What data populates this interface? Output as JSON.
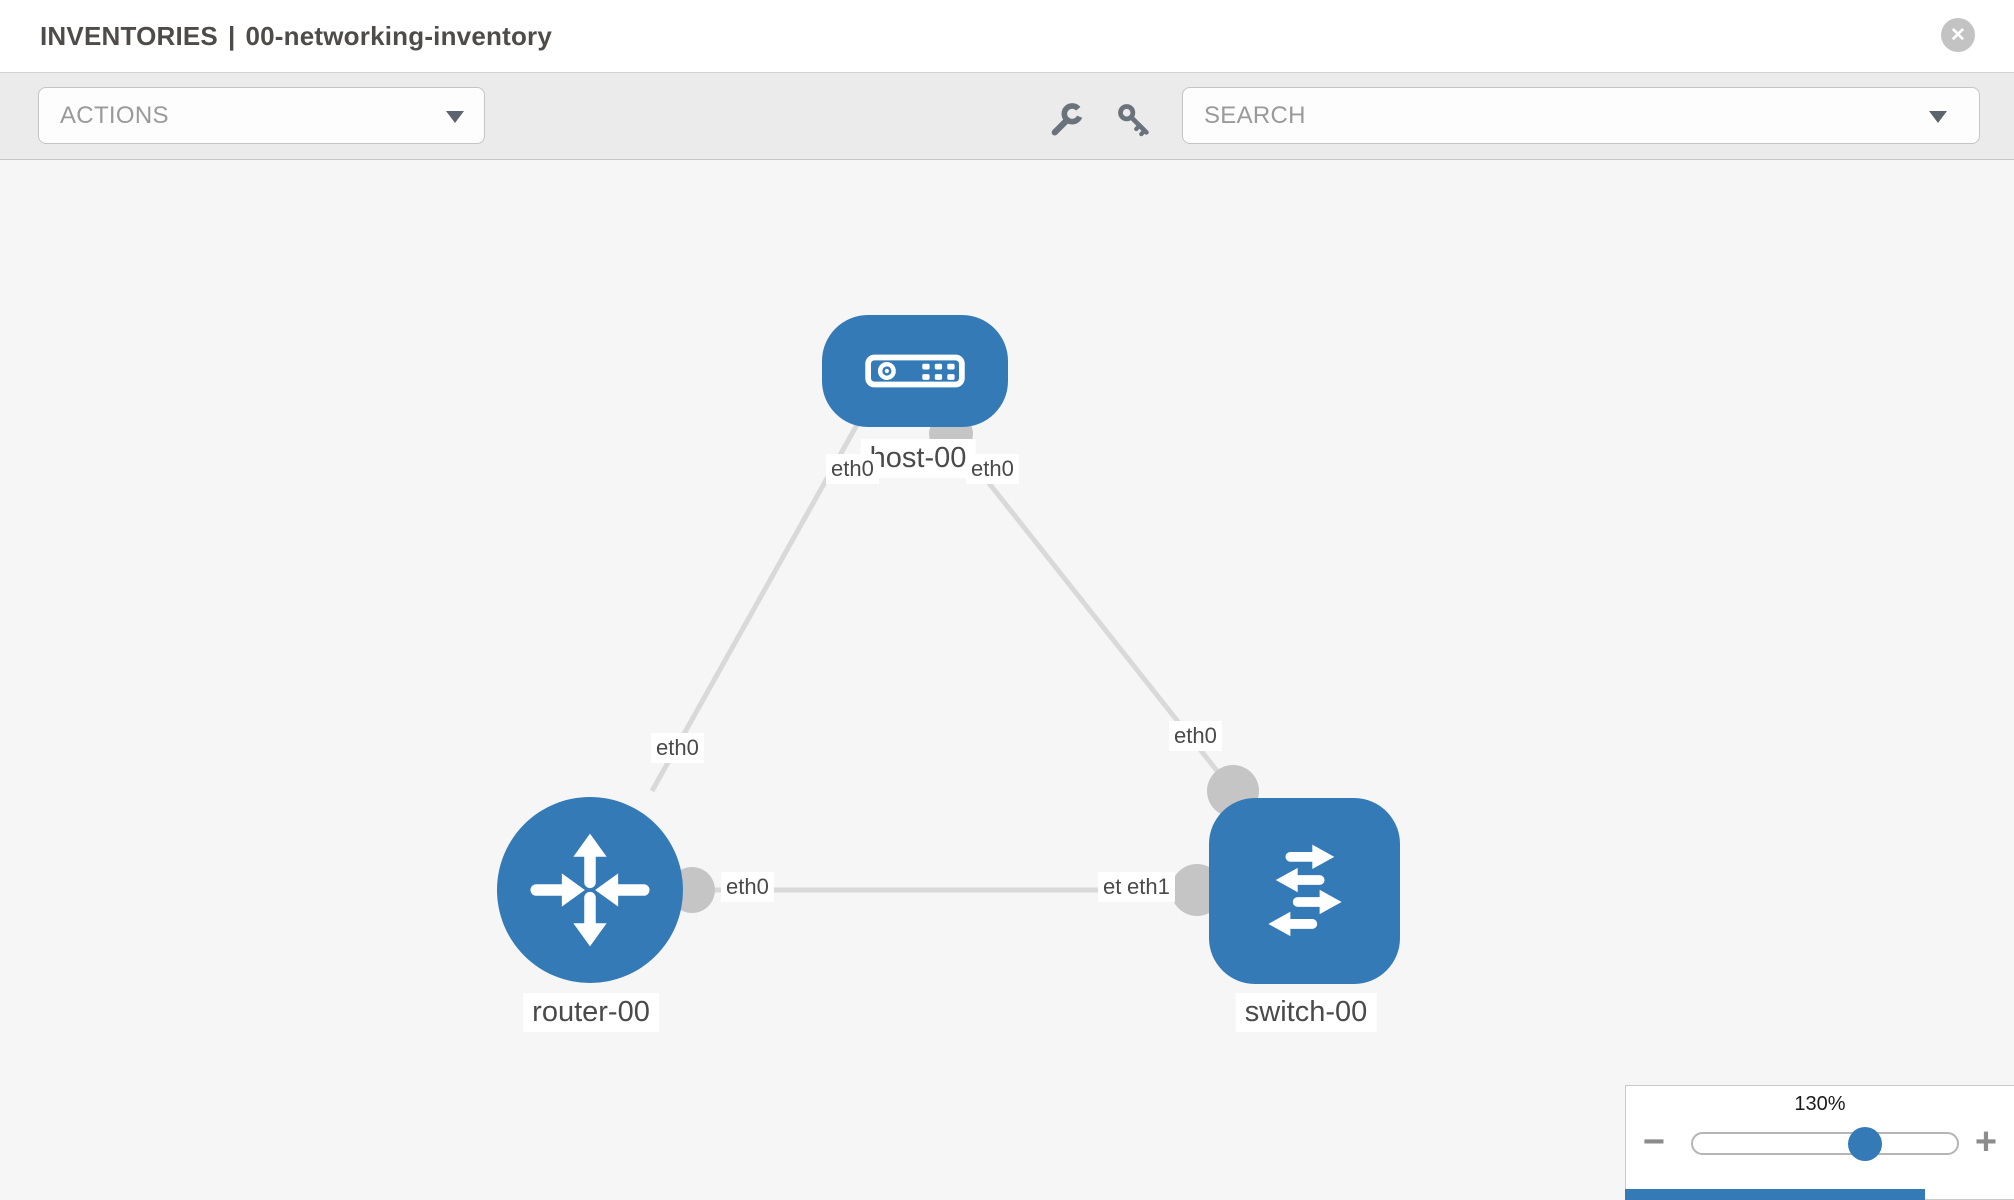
{
  "header": {
    "section": "INVENTORIES",
    "separator": "|",
    "inventory_name": "00-networking-inventory",
    "close_glyph": "✕",
    "close_icon": "x-circle-icon"
  },
  "toolbar": {
    "actions_dropdown": {
      "label": "ACTIONS"
    },
    "wrench_tool": {
      "icon": "wrench-icon"
    },
    "key_tool": {
      "icon": "key-icon"
    },
    "search_dropdown": {
      "placeholder": "SEARCH"
    }
  },
  "canvas": {
    "nodes": [
      {
        "id": "host-00",
        "type": "host",
        "label": "host-00",
        "icon": "host-icon"
      },
      {
        "id": "router-00",
        "type": "router",
        "label": "router-00",
        "icon": "router-icon"
      },
      {
        "id": "switch-00",
        "type": "switch",
        "label": "switch-00",
        "icon": "switch-icon"
      }
    ],
    "links": [
      {
        "from": "host-00",
        "to": "router-00",
        "from_interface": "eth0",
        "to_interface": "eth0"
      },
      {
        "from": "host-00",
        "to": "switch-00",
        "from_interface": "eth0",
        "to_interface": "eth0"
      },
      {
        "from": "router-00",
        "to": "switch-00",
        "from_interface": "eth0",
        "to_interface": "eth1"
      }
    ],
    "overlapped_label_back": "eth0"
  },
  "zoom_control": {
    "value": "130%",
    "percent": 130,
    "minus_glyph": "−",
    "plus_glyph": "+"
  },
  "colors": {
    "node_blue": "#337ab7",
    "link_gray": "#d9d9d9",
    "port_gray": "#c5c5c5",
    "toolbar_bg": "#ebebeb",
    "canvas_bg": "#f6f6f6"
  }
}
